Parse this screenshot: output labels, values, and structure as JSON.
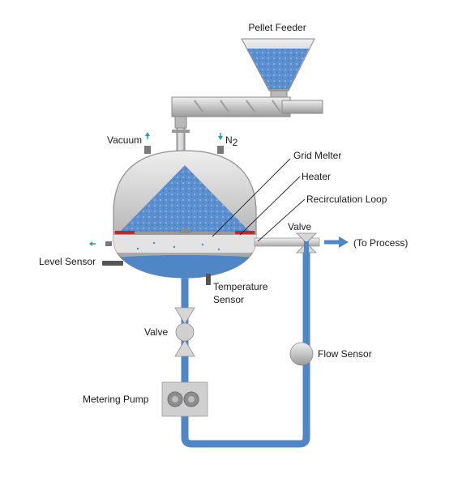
{
  "labels": {
    "pellet_feeder": "Pellet Feeder",
    "vacuum": "Vacuum",
    "n2_main": "N",
    "n2_sub": "2",
    "grid_melter": "Grid Melter",
    "heater": "Heater",
    "recirculation_loop": "Recirculation Loop",
    "valve_top": "Valve",
    "to_process": "(To Process)",
    "level_sensor": "Level Sensor",
    "temperature_sensor_line1": "Temperature",
    "temperature_sensor_line2": "Sensor",
    "valve_left": "Valve",
    "flow_sensor": "Flow Sensor",
    "metering_pump": "Metering Pump"
  },
  "colors": {
    "fluid_blue": "#4f86c6",
    "pellet_blue": "#5b8fd0",
    "steel_light": "#dcdcdc",
    "steel_dark": "#8e8e8e",
    "heater_red": "#c0272d",
    "indicator_green": "#2aa198",
    "leader_line": "#222222"
  }
}
